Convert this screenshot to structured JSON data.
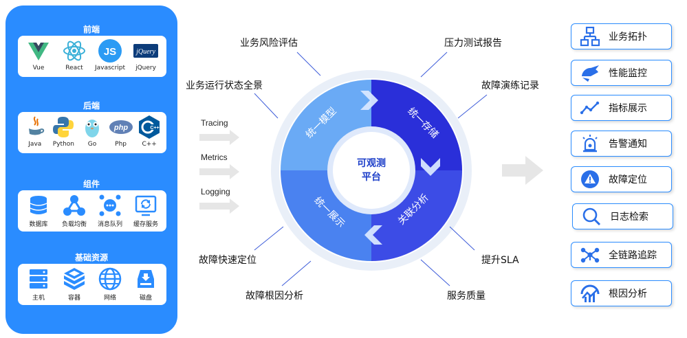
{
  "left_panel": {
    "groups": [
      {
        "title": "前端",
        "items": [
          {
            "label": "Vue",
            "icon": "vue-icon"
          },
          {
            "label": "React",
            "icon": "react-icon"
          },
          {
            "label": "Javascript",
            "icon": "javascript-icon"
          },
          {
            "label": "jQuery",
            "icon": "jquery-icon",
            "logo_text": "jQuery"
          }
        ]
      },
      {
        "title": "后端",
        "items": [
          {
            "label": "Java",
            "icon": "java-icon"
          },
          {
            "label": "Python",
            "icon": "python-icon"
          },
          {
            "label": "Go",
            "icon": "go-icon"
          },
          {
            "label": "Php",
            "icon": "php-icon",
            "logo_text": "php"
          },
          {
            "label": "C++",
            "icon": "cpp-icon",
            "logo_text": "C++"
          }
        ]
      },
      {
        "title": "组件",
        "items": [
          {
            "label": "数据库",
            "icon": "database-icon"
          },
          {
            "label": "负载均衡",
            "icon": "load-balancer-icon"
          },
          {
            "label": "消息队列",
            "icon": "message-queue-icon"
          },
          {
            "label": "缓存服务",
            "icon": "cache-service-icon"
          }
        ]
      },
      {
        "title": "基础资源",
        "items": [
          {
            "label": "主机",
            "icon": "server-icon"
          },
          {
            "label": "容器",
            "icon": "container-icon"
          },
          {
            "label": "网络",
            "icon": "network-icon"
          },
          {
            "label": "磁盘",
            "icon": "disk-icon"
          }
        ]
      }
    ]
  },
  "flows": [
    "Tracing",
    "Metrics",
    "Logging"
  ],
  "ring": {
    "center_line1": "可观测",
    "center_line2": "平台",
    "segments": [
      "统一模型",
      "统一存储",
      "关联分析",
      "统一展示"
    ],
    "colors": {
      "top_left": "#6aaaf5",
      "top_right": "#2a2fd9",
      "bottom_right": "#3c4ce6",
      "bottom_left": "#4a82f0",
      "outer_ring": "#e6edf8",
      "accent": "#2a8cff"
    }
  },
  "ring_labels": {
    "risk": "业务风险评估",
    "overview": "业务运行状态全景",
    "pressure": "压力测试报告",
    "drill": "故障演练记录",
    "locate_fast": "故障快速定位",
    "root_cause": "故障根因分析",
    "sla": "提升SLA",
    "quality": "服务质量"
  },
  "right_list": [
    {
      "label": "业务拓扑",
      "icon": "topology-icon"
    },
    {
      "label": "性能监控",
      "icon": "gauge-icon"
    },
    {
      "label": "指标展示",
      "icon": "trend-line-icon"
    },
    {
      "label": "告警通知",
      "icon": "alarm-icon"
    },
    {
      "label": "故障定位",
      "icon": "warning-icon"
    },
    {
      "label": "日志检索",
      "icon": "search-icon"
    },
    {
      "label": "全链路追踪",
      "icon": "trace-nodes-icon"
    },
    {
      "label": "根因分析",
      "icon": "root-cause-icon"
    }
  ]
}
